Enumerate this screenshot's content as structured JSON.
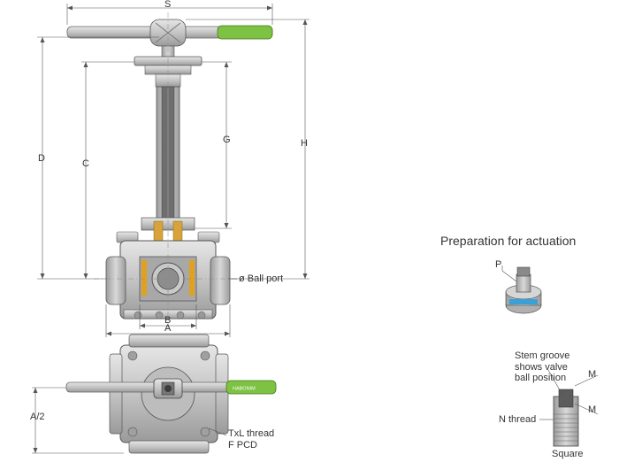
{
  "dimensions": {
    "S": "S",
    "D": "D",
    "C": "C",
    "G": "G",
    "H": "H",
    "B": "B",
    "A": "A",
    "A_half": "A/2"
  },
  "callouts": {
    "ball_port": "ø Ball port",
    "thread_line1": "TxL thread",
    "thread_line2": "F PCD"
  },
  "actuation": {
    "heading": "Preparation for actuation",
    "P": "P",
    "stem_groove_line1": "Stem groove",
    "stem_groove_line2": "shows valve",
    "stem_groove_line3": "ball position",
    "M_top": "M",
    "M_bottom": "M",
    "n_thread": "N thread",
    "square": "Square"
  },
  "colors": {
    "handle_grip": "#7dc243",
    "port_seal": "#e0a020",
    "stem_ring": "#3aa0d8",
    "body": "#c8c8c8"
  }
}
